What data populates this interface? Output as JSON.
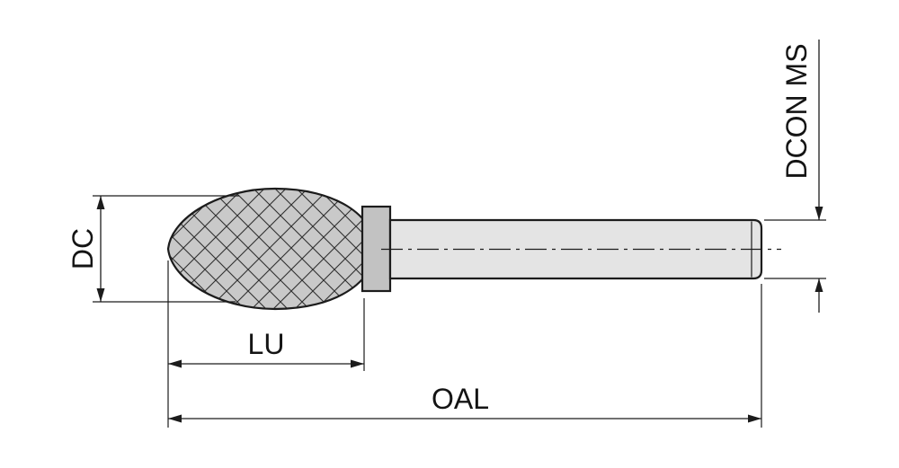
{
  "labels": {
    "dc": "DC",
    "lu": "LU",
    "oal": "OAL",
    "dcon_ms": "DCON MS"
  },
  "colors": {
    "line": "#1c1c1c",
    "head_fill": "#c9c9c9",
    "hatch_line": "#2f2f2f",
    "collar_fill": "#c2c2c2",
    "shank_fill": "#e4e4e4",
    "background": "#ffffff"
  }
}
